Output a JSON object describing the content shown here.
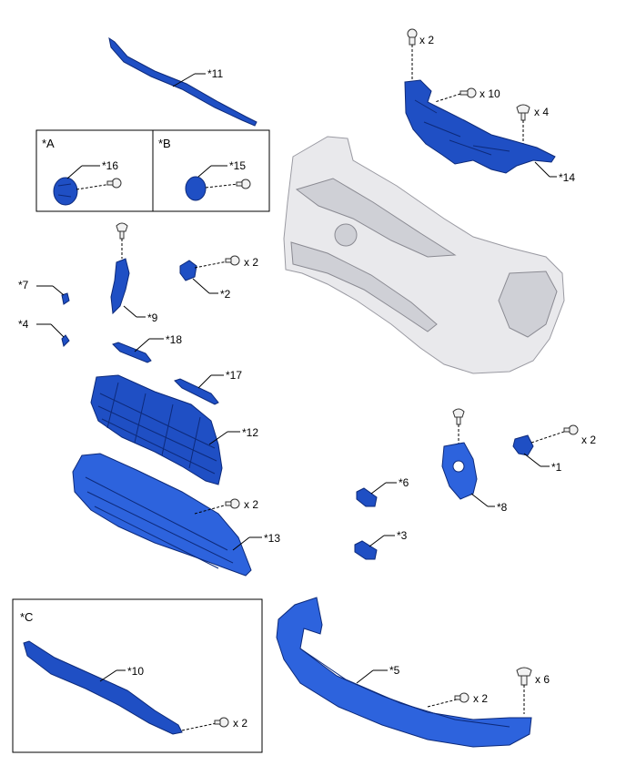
{
  "boxes": [
    {
      "title": "*A",
      "part": "*16"
    },
    {
      "title": "*B",
      "part": "*15"
    },
    {
      "title": "*C",
      "part": "*10"
    }
  ],
  "labels": {
    "p1": "*1",
    "p2": "*2",
    "p3": "*3",
    "p4": "*4",
    "p5": "*5",
    "p6": "*6",
    "p7": "*7",
    "p8": "*8",
    "p9": "*9",
    "p10": "*10",
    "p11": "*11",
    "p12": "*12",
    "p13": "*13",
    "p14": "*14",
    "p15": "*15",
    "p16": "*16",
    "p17": "*17",
    "p18": "*18"
  },
  "quantities": {
    "q14_top": "x 2",
    "q14_mid": "x 10",
    "q14_right": "x 4",
    "q2": "x 2",
    "q1": "x 2",
    "q13": "x 2",
    "q10": "x 2",
    "q5_bolt": "x 2",
    "q5_clip": "x 6"
  },
  "colors": {
    "part_blue": "#1f4fc4",
    "bumper_grey": "#e9e9ec"
  }
}
